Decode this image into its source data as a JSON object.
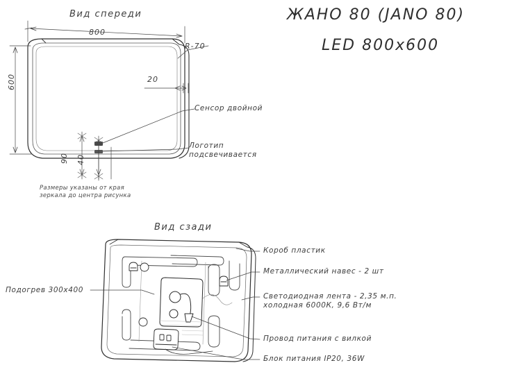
{
  "document": {
    "type": "technical-drawing",
    "background_color": "#ffffff",
    "line_color": "#333333",
    "text_color": "#3d3d3d"
  },
  "title": {
    "line1": "ЖАНО 80 (JANO 80)",
    "line2": "LED 800x600"
  },
  "front_view": {
    "label": "Вид спереди",
    "dimensions": {
      "width": "800",
      "height": "600",
      "corner_radius": "R-70",
      "frame_offset": "20",
      "logo_offset": "90",
      "sensor_offset": "40"
    },
    "callouts": [
      {
        "text": "Сенсор двойной"
      },
      {
        "text": "Логотип\nподсвечивается"
      }
    ],
    "note": "Размеры указаны от края\nзеркала до центра рисунка"
  },
  "rear_view": {
    "label": "Вид сзади",
    "callouts_left": [
      {
        "text": "Подогрев 300х400"
      }
    ],
    "callouts_right": [
      {
        "text": "Короб пластик"
      },
      {
        "text": "Металлический навес - 2 шт"
      },
      {
        "text": "Светодиодная лента - 2,35 м.п.\nхолодная 6000К, 9,6 Вт/м"
      },
      {
        "text": "Провод питания с вилкой"
      },
      {
        "text": "Блок питания IP20, 36W"
      }
    ]
  }
}
